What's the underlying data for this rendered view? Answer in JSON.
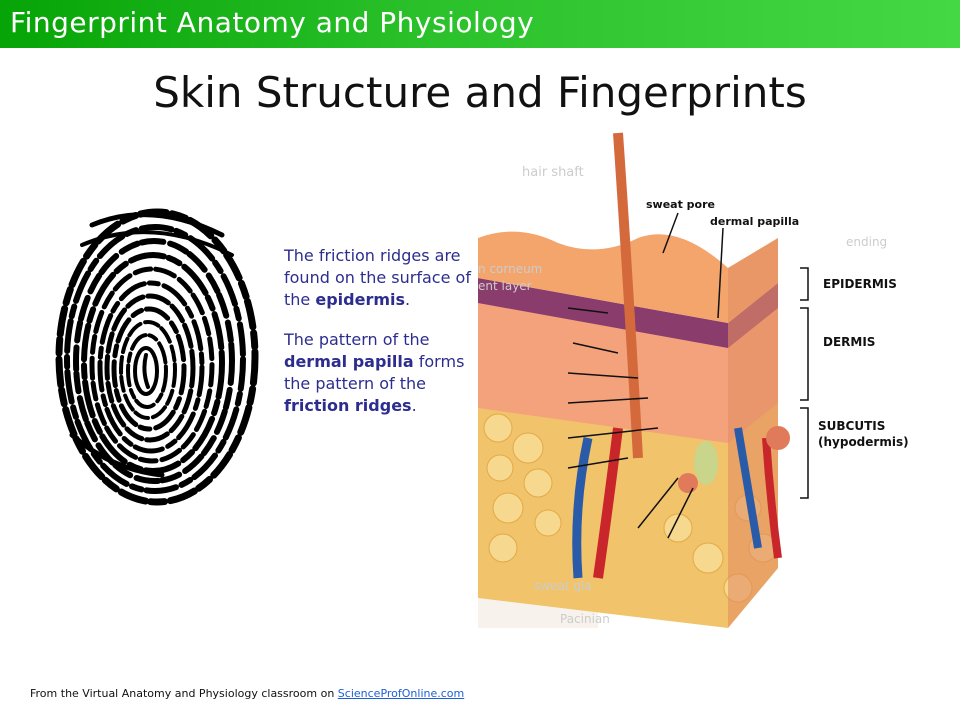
{
  "header": {
    "title": "Fingerprint Anatomy and Physiology"
  },
  "slide": {
    "title": "Skin Structure and Fingerprints"
  },
  "paragraph1": {
    "pre": "The friction ridges are found on the surface of the ",
    "bold": "epidermis",
    "post": "."
  },
  "paragraph2": {
    "pre": "The pattern of the ",
    "bold1": "dermal papilla",
    "mid": " forms the pattern of the ",
    "bold2": "friction ridges",
    "post": "."
  },
  "diagram": {
    "labels": {
      "hair_shaft": "hair shaft",
      "sweat_pore": "sweat pore",
      "dermal_papilla": "dermal papilla",
      "ending": "ending",
      "stratum_corneum": "n corneum",
      "ent_layer": "ent layer",
      "epidermis": "EPIDERMIS",
      "dermis": "DERMIS",
      "subcutis": "SUBCUTIS",
      "hypodermis": "(hypodermis)",
      "sweat_gland": "sweat gla",
      "pacinian": "Pacinian"
    }
  },
  "footer": {
    "text": "From the Virtual Anatomy and Physiology classroom on ",
    "link": "ScienceProfOnline.com"
  },
  "colors": {
    "header_green": "#1cb81c",
    "body_text": "#2d2d8f",
    "link": "#1d5fd6"
  }
}
